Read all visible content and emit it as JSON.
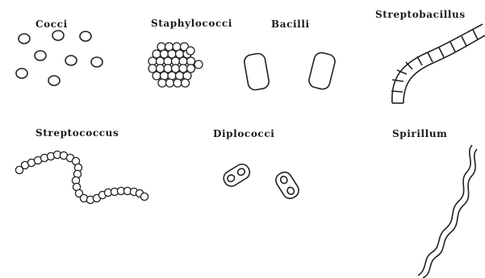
{
  "labels": {
    "cocci": "Cocci",
    "staphylococci": "Staphylococci",
    "bacilli": "Bacilli",
    "streptobacillus": "Streptobacillus",
    "streptococcus": "Streptococcus",
    "diplococci": "Diplococci",
    "spirillum": "Spirillum"
  },
  "colors": {
    "ink": "#222222",
    "background": "#ffffff"
  }
}
